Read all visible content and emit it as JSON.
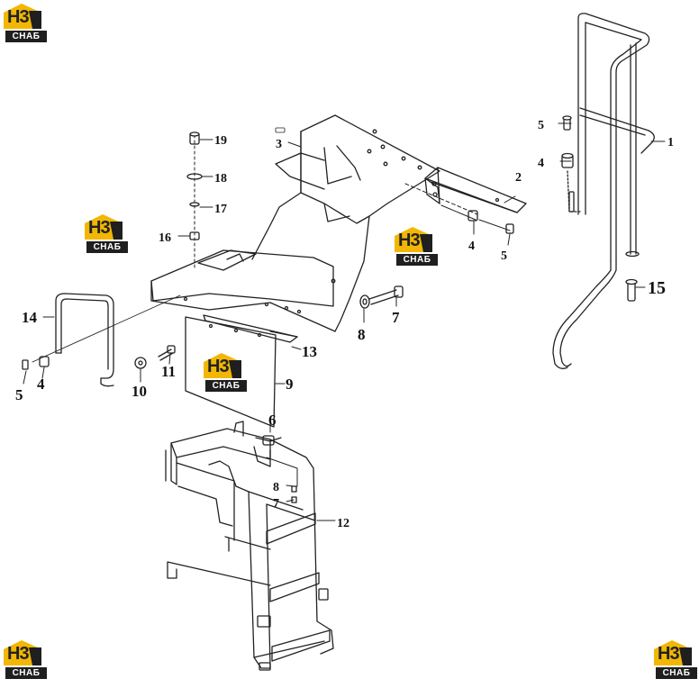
{
  "brand": {
    "mark": "H3",
    "caption": "СНАБ"
  },
  "callouts": {
    "c1": "1",
    "c2": "2",
    "c3": "3",
    "c4a": "4",
    "c4b": "4",
    "c4c": "4",
    "c5a": "5",
    "c5b": "5",
    "c5c": "5",
    "c6": "6",
    "c7a": "7",
    "c7b": "7",
    "c8a": "8",
    "c8b": "8",
    "c9": "9",
    "c10": "10",
    "c11": "11",
    "c12": "12",
    "c13": "13",
    "c14": "14",
    "c15": "15",
    "c16": "16",
    "c17": "17",
    "c18": "18",
    "c19": "19"
  }
}
